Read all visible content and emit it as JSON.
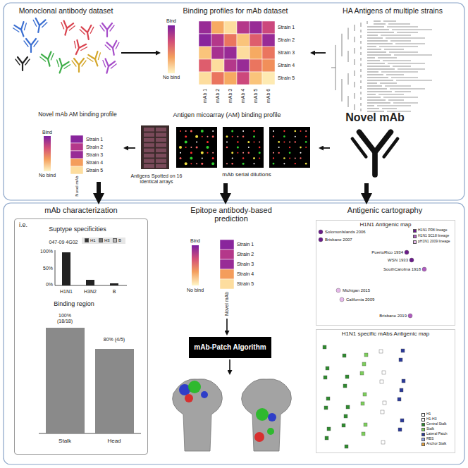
{
  "diagram": {
    "nodes": [
      {
        "text": [
          "Monoclonal antibody dataset"
        ]
      },
      {
        "text": [
          "Binding profiles for mAb dataset"
        ]
      },
      {
        "text": [
          "HA Antigens of multiple strains"
        ]
      },
      {
        "text": [
          "Novel mAb AM binding profile"
        ]
      },
      {
        "text": [
          "Antigen micoarray (AM) binding profile"
        ]
      },
      {
        "text": [
          "Novel mAb"
        ]
      },
      {
        "text": [
          "mAb characterization"
        ]
      },
      {
        "text": [
          "i.e."
        ],
        "in": 6
      },
      {
        "text": [
          "Epitope antibody-based prediction"
        ]
      },
      {
        "text": [
          "mAb-Patch Algorithm"
        ],
        "in": 8
      },
      {
        "text": [
          "Antigenic cartography"
        ]
      },
      {
        "text": [
          "H1N1 Antigenic map"
        ],
        "in": 10
      },
      {
        "text": [
          "H1N1 specific mAbs Antigenic map"
        ],
        "in": 10
      }
    ],
    "edges": [
      {
        "from": 0,
        "to": 1,
        "arrow": "to"
      },
      {
        "from": 2,
        "to": 1,
        "arrow": "to"
      },
      {
        "from": 5,
        "to": 4,
        "arrow": "to"
      },
      {
        "from": 4,
        "to": 3,
        "arrow": "to"
      },
      {
        "from": 3,
        "to": 6,
        "arrow": "to"
      },
      {
        "from": 4,
        "to": 8,
        "arrow": "to"
      },
      {
        "from": 5,
        "to": 10,
        "arrow": "to"
      }
    ],
    "labels": [
      "Bind",
      "No bind",
      "Strain 1",
      "Strain 2",
      "Strain 3",
      "Strain 4",
      "Strain 5",
      "mAb 1",
      "mAb 2",
      "mAb 3",
      "mAb 4",
      "mAb 5",
      "mAb 6",
      "Bind",
      "No bind",
      "Strain 1",
      "Strain 2",
      "Strain 3",
      "Strain 4",
      "Strain 5",
      "Novel mAb",
      "Antigens Spotted on 16 identical arrays",
      "mAb serial dilutions",
      "Suptype specificities",
      "047-09 4G02",
      "100%",
      "50%",
      "0%",
      "H1N1",
      "H3N2",
      "B",
      "Binding region",
      "100% (18/18)",
      "80% (4/5)",
      "Stalk",
      "Head",
      "Bind",
      "No bind",
      "Strain 1",
      "Strain 2",
      "Strain 3",
      "Strain 4",
      "Strain 5",
      "Novel mAb",
      "SolomonIslands 2006",
      "Brisbane 2007",
      "PuertoRico 1934",
      "WSN 1933",
      "SouthCarolina 1918",
      "Michigan 2015",
      "California 2009",
      "Brisbane 2019"
    ],
    "legend": [
      {
        "text": "H1",
        "color": "#333333"
      },
      {
        "text": "H3",
        "color": "#777777"
      },
      {
        "text": "B",
        "color": "#bbbbbb"
      },
      {
        "text": "H1N1 PR8 lineage",
        "color": "#6a1b8a"
      },
      {
        "text": "H1N1 SC18 lineage",
        "color": "#b05cc0"
      },
      {
        "text": "pH1N1 2009 lineage",
        "color": "#e6b8ea"
      },
      {
        "text": "H1"
      },
      {
        "text": "H1-H3"
      },
      {
        "text": "Central Stalk",
        "color": "#2e8b2e"
      },
      {
        "text": "Stalk",
        "color": "#7ccf5a"
      },
      {
        "text": "Lateral Patch",
        "color": "#2b3a9a"
      },
      {
        "text": "RBS",
        "color": "#8fa0e8"
      },
      {
        "text": "Anchor Stalk",
        "color": "#e8a23c"
      }
    ]
  }
}
